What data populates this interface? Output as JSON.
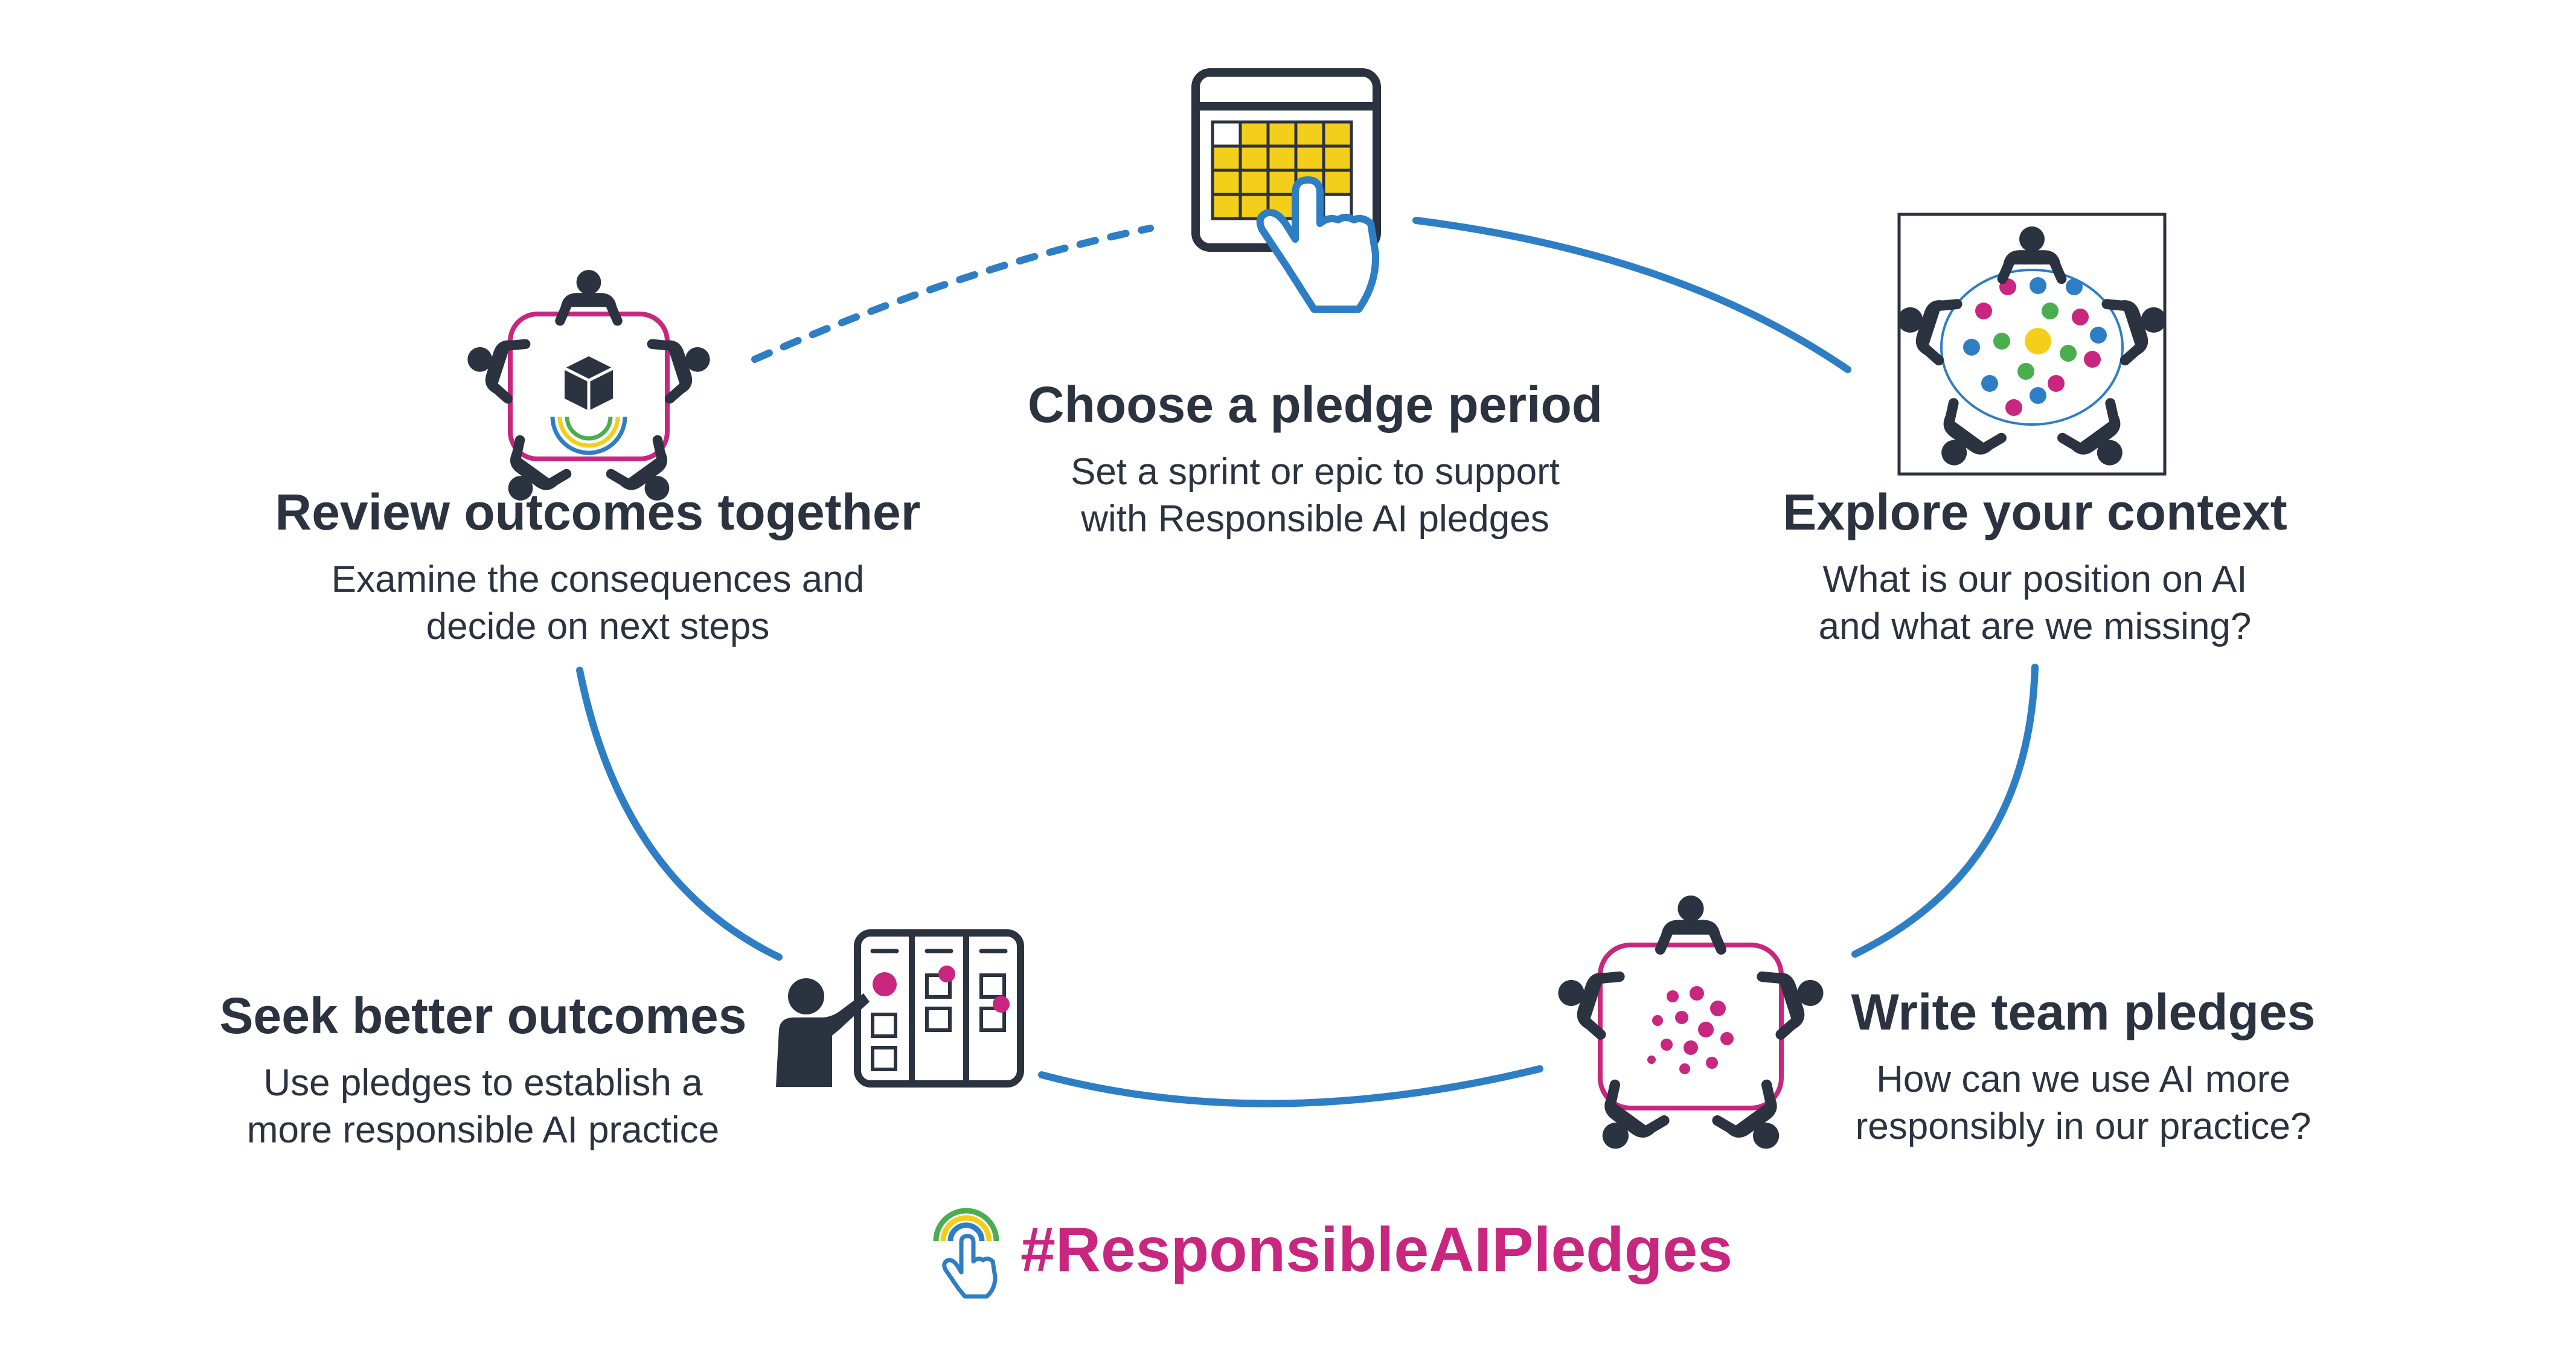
{
  "colors": {
    "arrow": "#2d7ec5",
    "dark": "#2b3240",
    "magenta": "#c8267f",
    "yellow": "#f3cf1c",
    "green": "#4aae4e",
    "blue": "#2d7ec5"
  },
  "steps": {
    "choose": {
      "title": "Choose a pledge period",
      "desc": [
        "Set a sprint or epic to support",
        "with Responsible AI pledges"
      ],
      "icon": "calendar-hand-icon"
    },
    "explore": {
      "title": "Explore your context",
      "desc": [
        "What is our position on AI",
        "and what are we missing?"
      ],
      "icon": "team-explore-icon"
    },
    "write": {
      "title": "Write team pledges",
      "desc": [
        "How can we use AI more",
        "responsibly in our practice?"
      ],
      "icon": "team-pledge-icon"
    },
    "seek": {
      "title": "Seek better outcomes",
      "desc": [
        "Use pledges to establish a",
        "more responsible AI practice"
      ],
      "icon": "kanban-board-icon"
    },
    "review": {
      "title": "Review outcomes together",
      "desc": [
        "Examine the consequences and",
        "decide on next steps"
      ],
      "icon": "team-review-icon"
    }
  },
  "hashtag": {
    "text": "#ResponsibleAIPledges",
    "icon": "pledge-logo-icon"
  }
}
